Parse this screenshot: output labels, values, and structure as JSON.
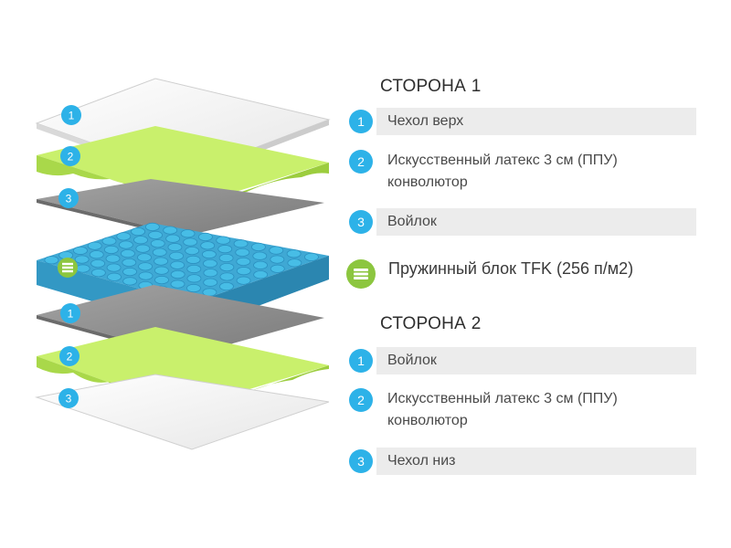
{
  "colors": {
    "badge_blue": "#2db2e8",
    "badge_green": "#8cc63f",
    "foam_green": "#c9f06c",
    "felt_grey": "#8e8e8e",
    "spring_blue": "#47bde6",
    "cover_white": "#f3f3f3",
    "row_grey": "#ececec"
  },
  "layers_left": [
    {
      "badge": "1",
      "material": "cover-top"
    },
    {
      "badge": "2",
      "material": "latex-convolute"
    },
    {
      "badge": "3",
      "material": "felt"
    },
    {
      "badge": "",
      "material": "spring-block",
      "icon": "spring-block-icon"
    },
    {
      "badge": "1",
      "material": "felt"
    },
    {
      "badge": "2",
      "material": "latex-convolute"
    },
    {
      "badge": "3",
      "material": "cover-bottom"
    }
  ],
  "side1": {
    "title": "СТОРОНА 1",
    "items": [
      {
        "num": "1",
        "text": "Чехол верх",
        "line2": ""
      },
      {
        "num": "2",
        "text": "Искусственный латекс 3 см (ППУ)",
        "line2": "конволютор"
      },
      {
        "num": "3",
        "text": "Войлок",
        "line2": ""
      }
    ]
  },
  "spring": {
    "text": "Пружинный блок TFK (256 п/м2)",
    "icon": "spring-block-icon"
  },
  "side2": {
    "title": "СТОРОНА 2",
    "items": [
      {
        "num": "1",
        "text": "Войлок",
        "line2": ""
      },
      {
        "num": "2",
        "text": "Искусственный латекс 3 см (ППУ)",
        "line2": "конволютор"
      },
      {
        "num": "3",
        "text": "Чехол низ",
        "line2": ""
      }
    ]
  }
}
